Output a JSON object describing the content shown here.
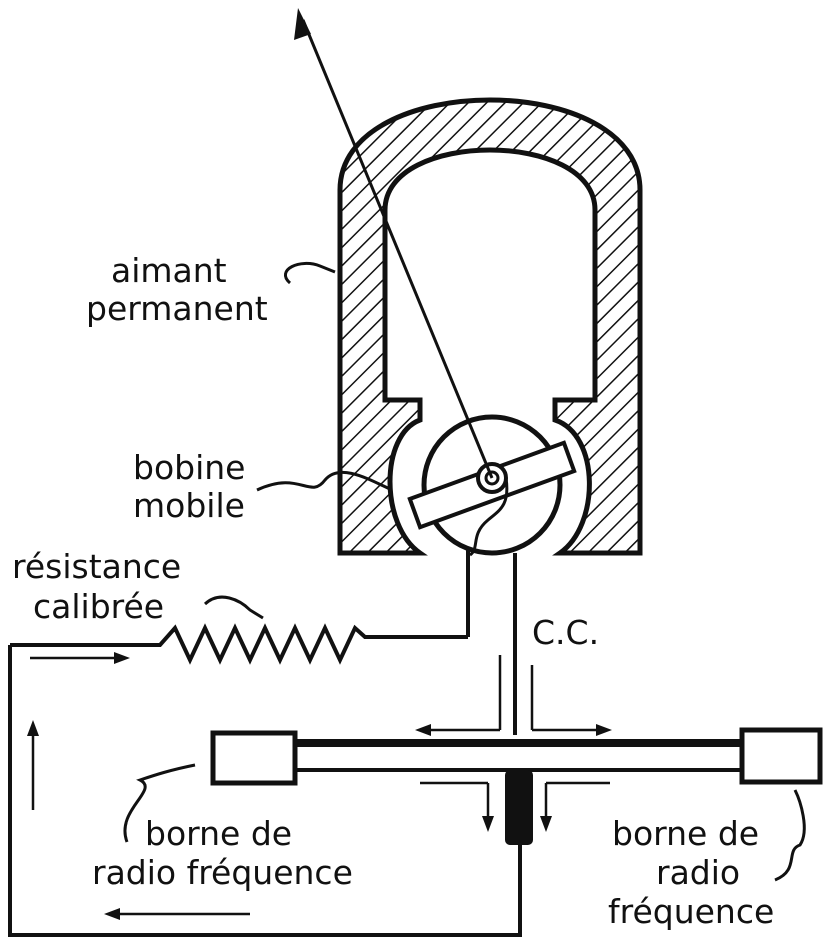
{
  "labels": {
    "magnet_line1": "aimant",
    "magnet_line2": "permanent",
    "coil_line1": "bobine",
    "coil_line2": "mobile",
    "resistor_line1": "résistance",
    "resistor_line2": "calibrée",
    "dc": "C.C.",
    "left_terminal_line1": "borne de",
    "left_terminal_line2": "radio fréquence",
    "right_terminal_line1": "borne de",
    "right_terminal_line2": "radio",
    "right_terminal_line3": "fréquence"
  },
  "colors": {
    "ink": "#111111",
    "paper": "#ffffff"
  }
}
